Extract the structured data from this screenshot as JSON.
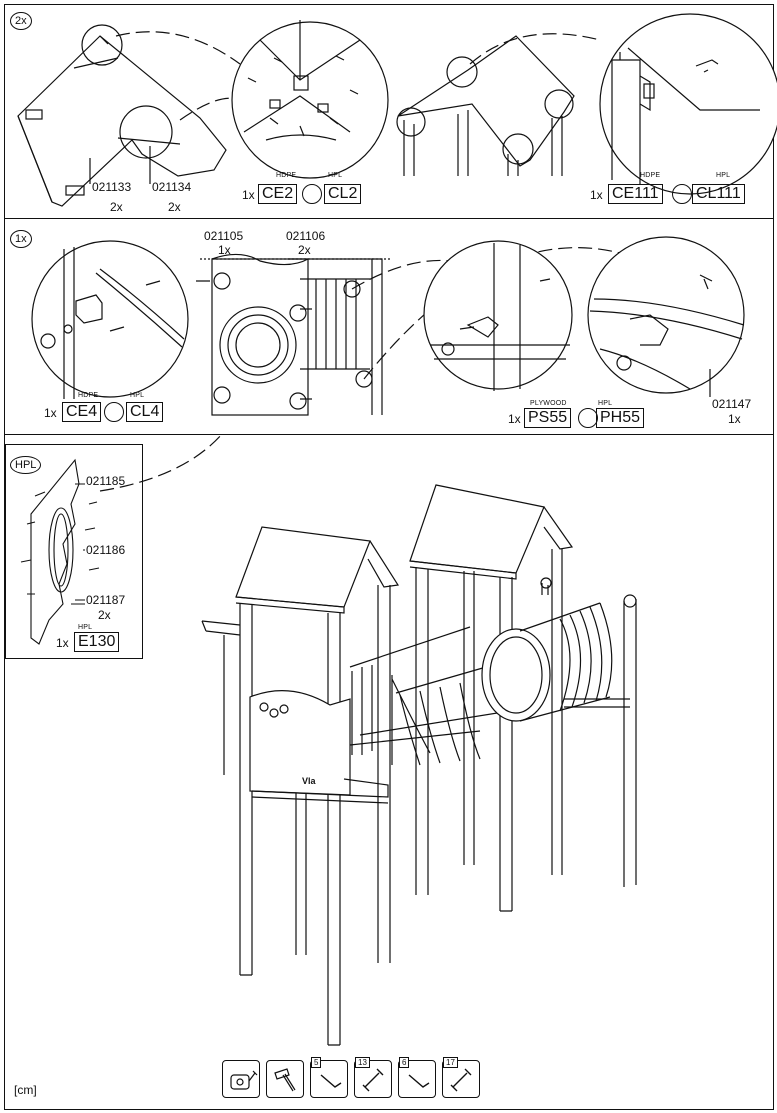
{
  "panel_roof": {
    "qty_badge": "2x",
    "parts": [
      {
        "code": "021133",
        "qty": "2x"
      },
      {
        "code": "021134",
        "qty": "2x"
      }
    ],
    "option_a": {
      "qty": "1x",
      "mat_a": "HDPE",
      "code_a": "CE2",
      "mat_b": "HPL",
      "code_b": "CL2"
    },
    "option_b": {
      "qty": "1x",
      "mat_a": "HDPE",
      "code_a": "CE111",
      "mat_b": "HPL",
      "code_b": "CL111"
    }
  },
  "panel_wall": {
    "qty_badge": "1x",
    "parts": [
      {
        "code": "021105",
        "qty": "1x"
      },
      {
        "code": "021106",
        "qty": "2x"
      },
      {
        "code": "021147",
        "qty": "1x"
      }
    ],
    "option_a": {
      "qty": "1x",
      "mat_a": "HDPE",
      "code_a": "CE4",
      "mat_b": "HPL",
      "code_b": "CL4"
    },
    "option_b": {
      "qty": "1x",
      "mat_a": "PLYWOOD",
      "code_a": "PS55",
      "mat_b": "HPL",
      "code_b": "PH55"
    }
  },
  "panel_hpl": {
    "badge": "HPL",
    "parts": [
      {
        "code": "021185"
      },
      {
        "code": "021186"
      },
      {
        "code": "021187",
        "qty": "2x"
      }
    ],
    "option": {
      "qty": "1x",
      "mat": "HPL",
      "code": "E130"
    }
  },
  "main": {
    "brand": "Vla",
    "unit": "[cm]"
  },
  "tools": [
    {
      "icon": "tape-measure-icon",
      "badge": ""
    },
    {
      "icon": "hammer-icon",
      "badge": ""
    },
    {
      "icon": "hex-key-icon",
      "badge": "5"
    },
    {
      "icon": "wrench-icon",
      "badge": "13"
    },
    {
      "icon": "hex-key-icon",
      "badge": "6"
    },
    {
      "icon": "wrench-icon",
      "badge": "17"
    }
  ]
}
